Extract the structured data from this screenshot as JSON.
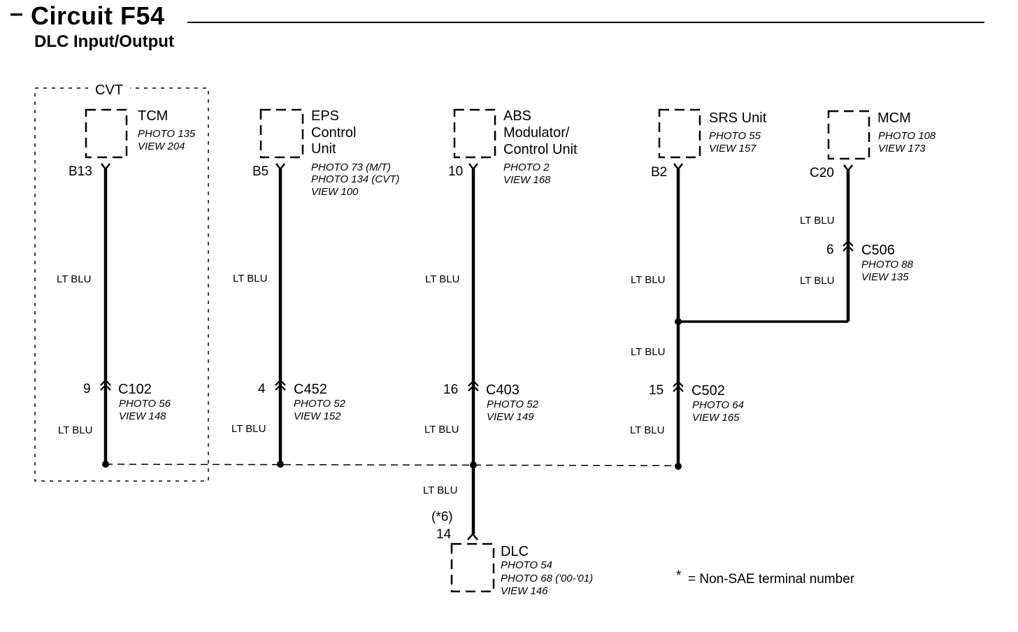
{
  "header": {
    "dash": "–",
    "title": "Circuit F54",
    "subtitle": "DLC Input/Output"
  },
  "group": {
    "label": "CVT"
  },
  "components": {
    "tcm": {
      "name": "TCM",
      "photo": "PHOTO 135",
      "view": "VIEW 204",
      "pin": "B13"
    },
    "eps": {
      "name_1": "EPS",
      "name_2": "Control",
      "name_3": "Unit",
      "photo_1": "PHOTO 73 (M/T)",
      "photo_2": "PHOTO 134 (CVT)",
      "view": "VIEW 100",
      "pin": "B5"
    },
    "abs": {
      "name_1": "ABS",
      "name_2": "Modulator/",
      "name_3": "Control Unit",
      "photo": "PHOTO 2",
      "view": "VIEW 168",
      "pin": "10"
    },
    "srs": {
      "name": "SRS Unit",
      "photo": "PHOTO 55",
      "view": "VIEW 157",
      "pin": "B2"
    },
    "mcm": {
      "name": "MCM",
      "photo": "PHOTO 108",
      "view": "VIEW 173",
      "pin": "C20"
    },
    "dlc": {
      "name": "DLC",
      "photo_1": "PHOTO 54",
      "photo_2": "PHOTO 68 ('00-'01)",
      "view": "VIEW 146",
      "pin_note": "(*6)",
      "pin": "14"
    }
  },
  "connectors": {
    "c102": {
      "pin": "9",
      "name": "C102",
      "photo": "PHOTO 56",
      "view": "VIEW 148"
    },
    "c452": {
      "pin": "4",
      "name": "C452",
      "photo": "PHOTO 52",
      "view": "VIEW 152"
    },
    "c403": {
      "pin": "16",
      "name": "C403",
      "photo": "PHOTO 52",
      "view": "VIEW 149"
    },
    "c502": {
      "pin": "15",
      "name": "C502",
      "photo": "PHOTO 64",
      "view": "VIEW 165"
    },
    "c506": {
      "pin": "6",
      "name": "C506",
      "photo": "PHOTO 88",
      "view": "VIEW 135"
    }
  },
  "wires": {
    "tcm_upper": "LT BLU",
    "tcm_lower": "LT BLU",
    "eps_upper": "LT BLU",
    "eps_lower": "LT BLU",
    "abs_upper": "LT BLU",
    "abs_lower": "LT BLU",
    "srs_upper": "LT BLU",
    "srs_middle": "LT BLU",
    "srs_lower": "LT BLU",
    "mcm_upper": "LT BLU",
    "mcm_lower": "LT BLU",
    "dlc": "LT BLU"
  },
  "footnote": {
    "star": "*",
    "text": "= Non-SAE terminal number"
  }
}
